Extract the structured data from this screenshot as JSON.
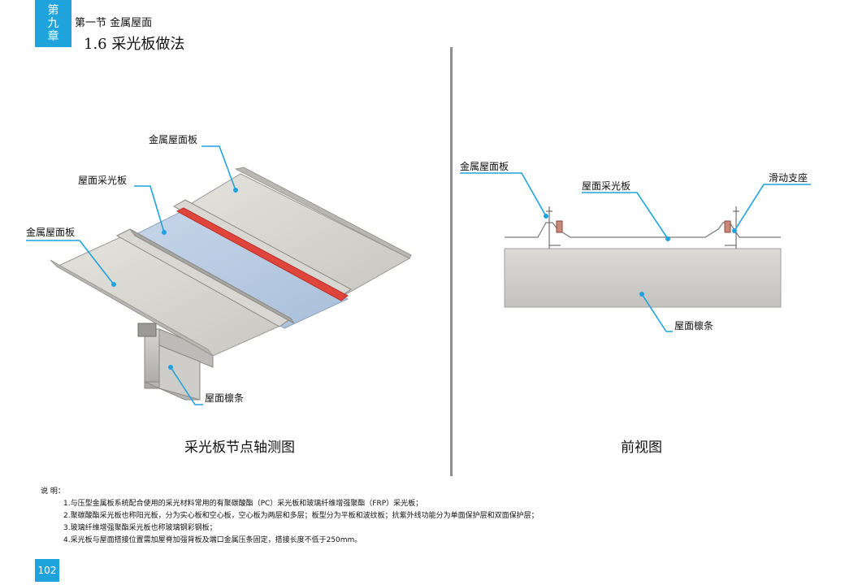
{
  "chapter_tab": {
    "chars": [
      "第",
      "九",
      "章"
    ]
  },
  "section_label": "第一节  金属屋面",
  "heading": "1.6  采光板做法",
  "axonometric": {
    "labels": {
      "metal_panel_top": "金属屋面板",
      "skylight_panel": "屋面采光板",
      "metal_panel_left": "金属屋面板",
      "purlin": "屋面檩条"
    },
    "caption": "采光板节点轴测图"
  },
  "front_view": {
    "labels": {
      "metal_panel": "金属屋面板",
      "skylight_panel": "屋面采光板",
      "sliding_support": "滑动支座",
      "purlin": "屋面檩条"
    },
    "caption": "前视图"
  },
  "notes": {
    "title": "说  明：",
    "items": [
      "1.与压型金属板系统配合使用的采光材料常用的有聚碳酸酯（PC）采光板和玻璃纤维增强聚酯（FRP）采光板；",
      "2.聚碳酸酯采光板也称阳光板，分为实心板和空心板，空心板为两层和多层；板型分为平板和波纹板；抗紫外线功能分为单面保护层和双面保护层；",
      "3.玻璃纤维增强聚酯采光板也称玻璃钢彩钢板；",
      "4.采光板与屋面搭接位置需加屋脊加强背板及端口金属压条固定，搭接长度不低于250mm。"
    ]
  },
  "page_number": "102",
  "colors": {
    "accent": "#1fa3dc",
    "leader": "#1fa3dc",
    "gasket": "#e0453c"
  }
}
